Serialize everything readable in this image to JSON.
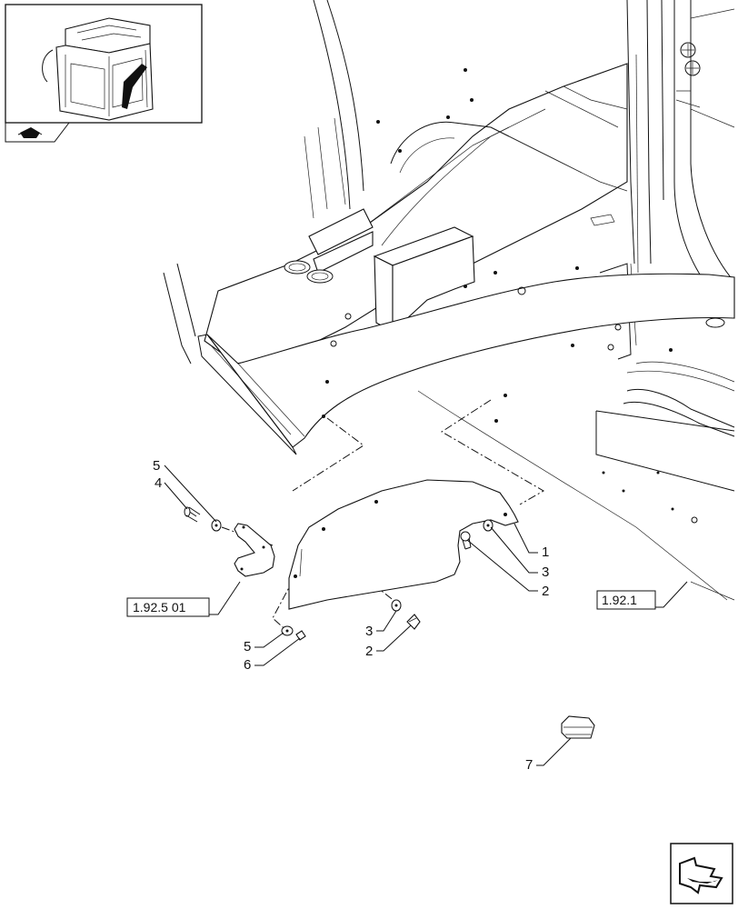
{
  "diagram": {
    "callouts": {
      "c1": "1",
      "c2a": "2",
      "c2b": "2",
      "c3a": "3",
      "c3b": "3",
      "c4": "4",
      "c5a": "5",
      "c5b": "5",
      "c6": "6",
      "c7": "7"
    },
    "references": {
      "ref_a": "1.92.5 01",
      "ref_b": "1.92.1"
    }
  }
}
